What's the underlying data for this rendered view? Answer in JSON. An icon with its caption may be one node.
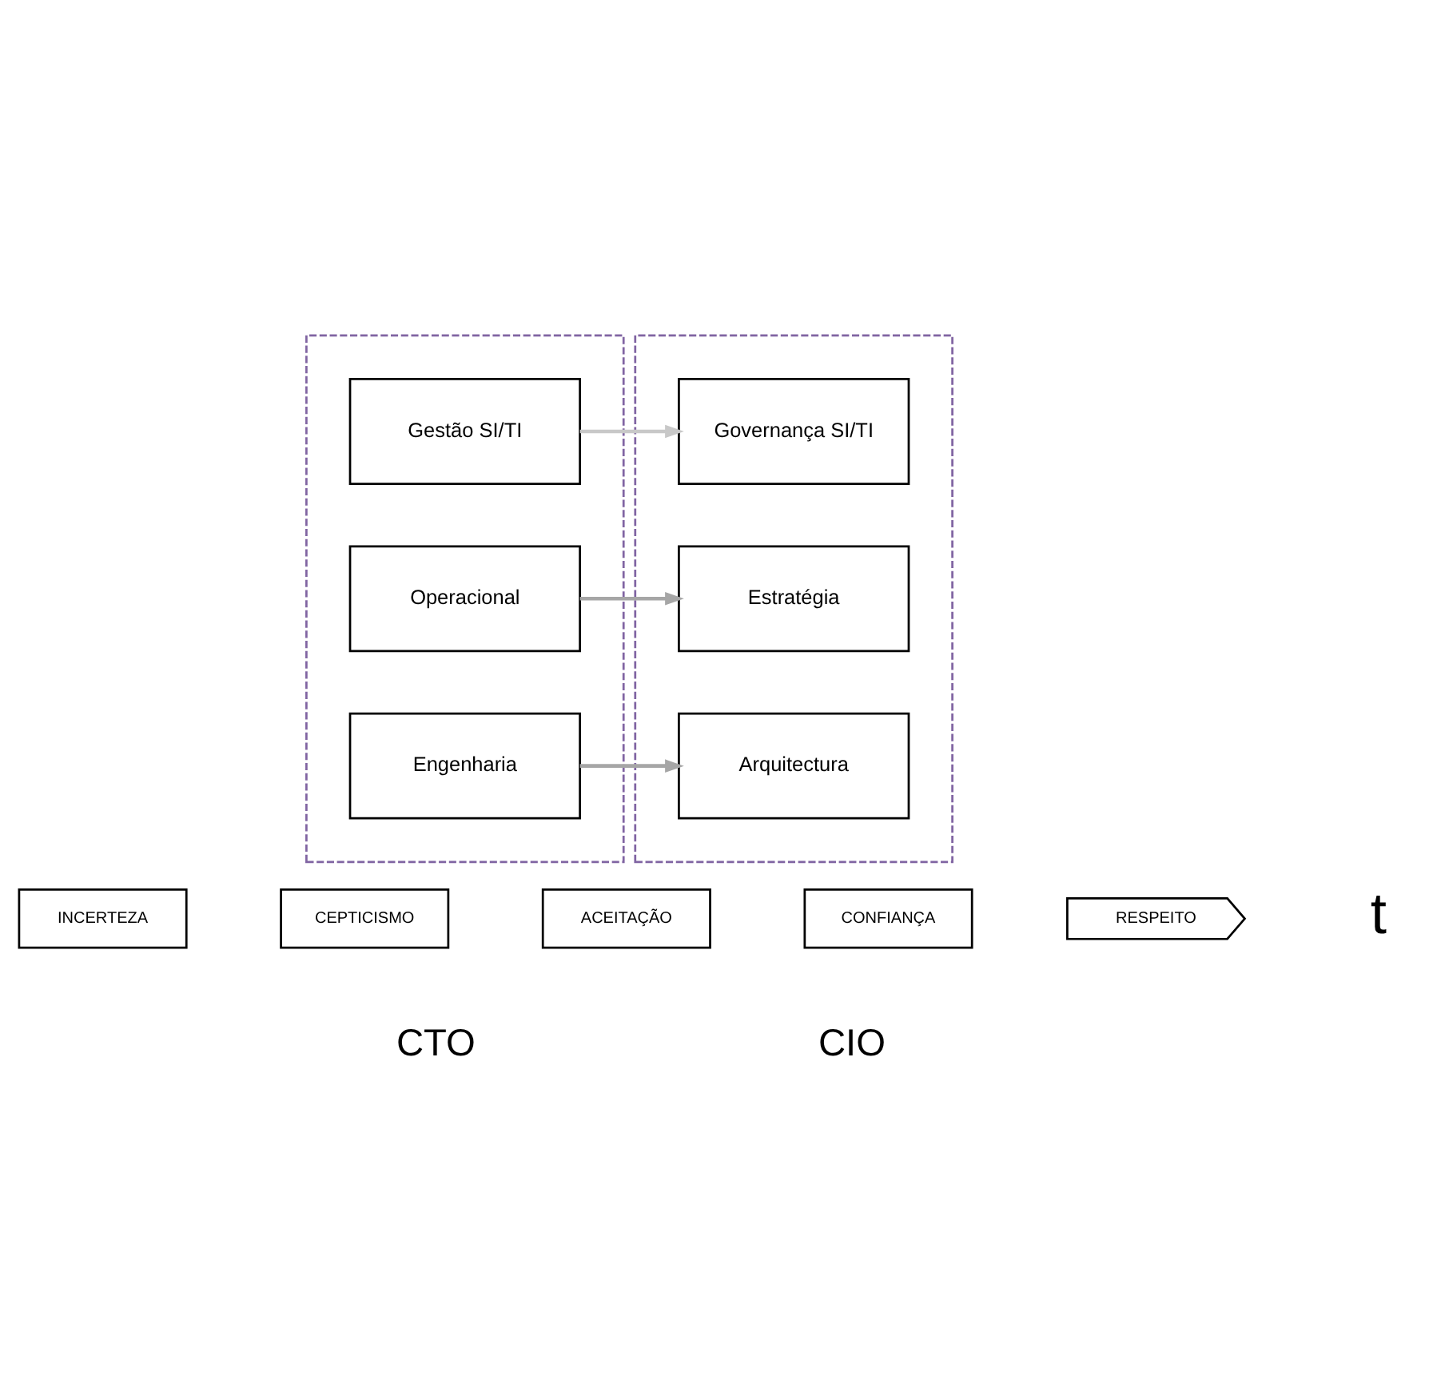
{
  "diagram": {
    "nodes": [
      {
        "text": [],
        "shape": "box"
      },
      {
        "text": [
          "Gestão SI/TI"
        ],
        "in": 0
      },
      {
        "text": [
          "Operacional"
        ],
        "in": 0
      },
      {
        "text": [
          "Engenharia"
        ],
        "in": 0
      },
      {
        "text": [],
        "shape": "box"
      },
      {
        "text": [
          "Governança SI/TI"
        ],
        "in": 4
      },
      {
        "text": [
          "Estratégia"
        ],
        "in": 4
      },
      {
        "text": [
          "Arquitectura"
        ],
        "in": 4
      },
      {
        "text": [
          "INCERTEZA"
        ]
      },
      {
        "text": [
          "CEPTICISMO"
        ]
      },
      {
        "text": [
          "ACEITAÇÃO"
        ]
      },
      {
        "text": [
          "CONFIANÇA"
        ]
      },
      {
        "text": [
          "RESPEITO"
        ]
      }
    ],
    "edges": [
      {
        "from": 1,
        "to": 5,
        "arrow": "to",
        "color": "#c8c8c8"
      },
      {
        "from": 2,
        "to": 6,
        "arrow": "to"
      },
      {
        "from": 3,
        "to": 7,
        "arrow": "to"
      }
    ],
    "labels": [
      "t",
      "CTO",
      "CIO"
    ]
  }
}
